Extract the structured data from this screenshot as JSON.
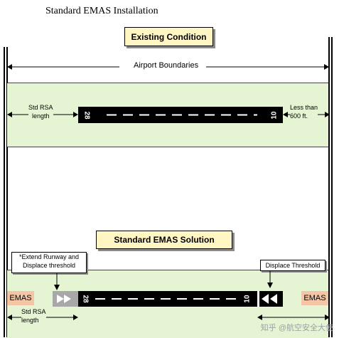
{
  "page": {
    "heading": "Standard EMAS Installation"
  },
  "existing": {
    "title": "Existing Condition",
    "airport_boundaries": "Airport Boundaries",
    "std_rsa_line1": "Std RSA",
    "std_rsa_line2": "length",
    "less_than_line1": "Less than",
    "less_than_line2": "600 ft.",
    "runway_left_number": "28",
    "runway_right_number": "10"
  },
  "solution": {
    "title": "Standard EMAS Solution",
    "extend_note_line1": "*Extend Runway and",
    "extend_note_line2": "Displace threshold",
    "displace_threshold": "Displace Threshold",
    "emas_left": "EMAS",
    "emas_right": "EMAS",
    "std_rsa_line1": "Std RSA",
    "std_rsa_line2": "length",
    "runway_left_number": "28",
    "runway_right_number": "10"
  },
  "watermark": "知乎 @航空安全大使",
  "colors": {
    "band": "#e5f5d3",
    "title_box": "#fff6c4",
    "emas": "#f5c6a5",
    "runway": "#000000"
  }
}
